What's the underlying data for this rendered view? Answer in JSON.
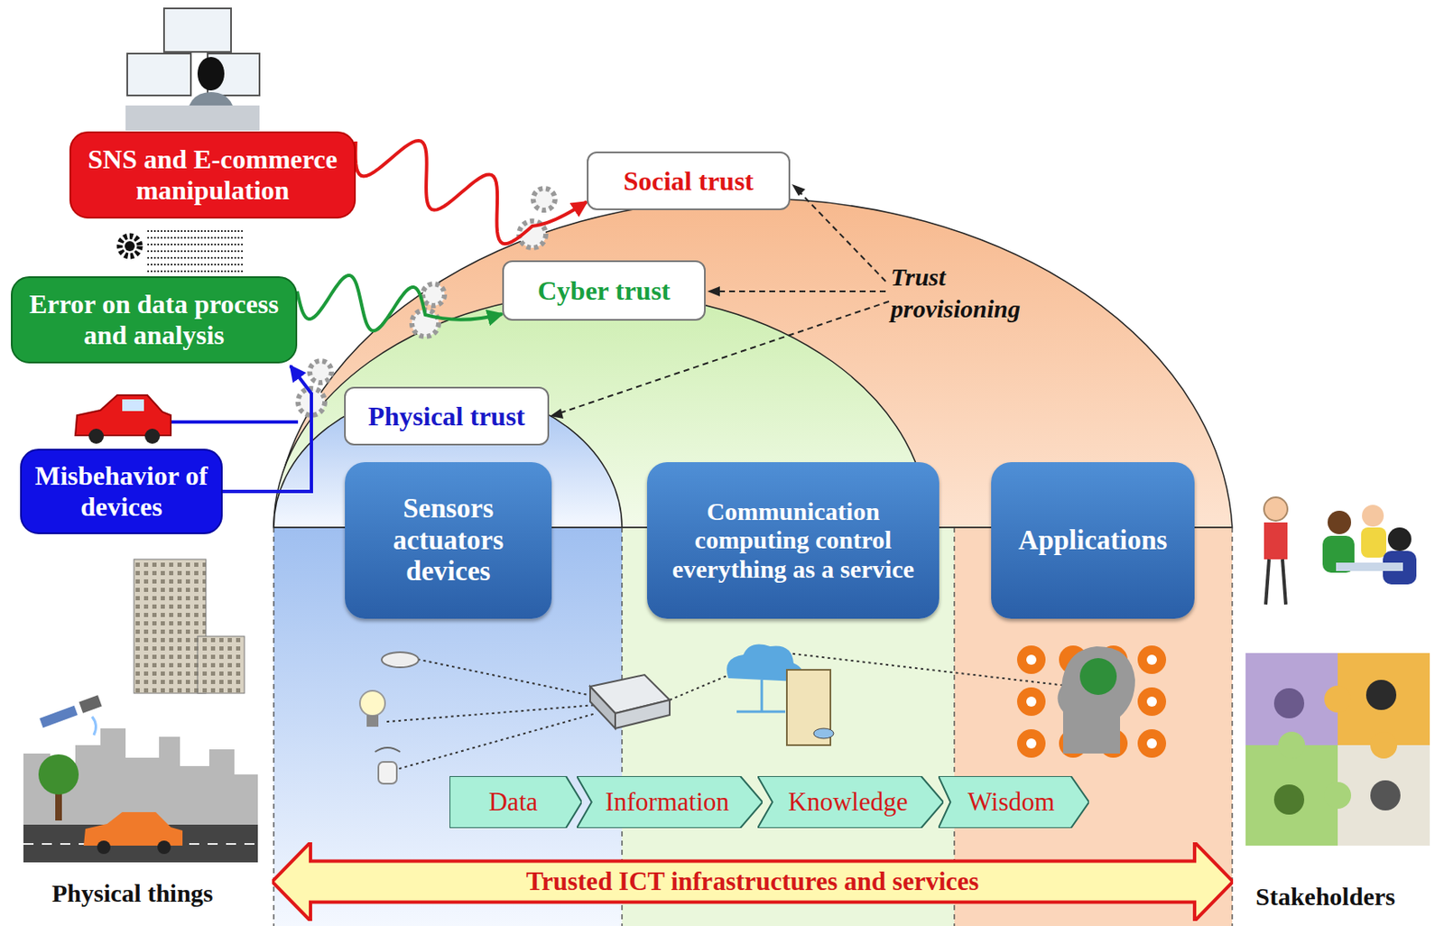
{
  "diagram": {
    "nodes": [
      {
        "text": [
          "SNS and E-commerce manipulation"
        ]
      },
      {
        "text": [
          "Error on data process and analysis"
        ]
      },
      {
        "text": [
          "Misbehavior of devices"
        ]
      },
      {
        "text": [
          "Social trust"
        ]
      },
      {
        "text": [
          "Cyber trust"
        ]
      },
      {
        "text": [
          "Physical trust"
        ]
      },
      {
        "text": [
          "Sensors actuators devices"
        ]
      },
      {
        "text": [
          "Communication computing control everything as a service"
        ]
      },
      {
        "text": [
          "Applications"
        ]
      },
      {
        "text": [
          "Data"
        ]
      },
      {
        "text": [
          "Information"
        ]
      },
      {
        "text": [
          "Knowledge"
        ]
      },
      {
        "text": [
          "Wisdom"
        ]
      },
      {
        "text": [
          "Trusted ICT infrastructures and services"
        ]
      }
    ],
    "edges": [
      {
        "from": 0,
        "to": 3,
        "arrow": "to"
      },
      {
        "from": 1,
        "to": 4,
        "arrow": "to"
      },
      {
        "from": 2,
        "to": 1,
        "arrow": "to"
      }
    ],
    "labels": [
      "Trust provisioning",
      "Physical things",
      "Stakeholders"
    ]
  }
}
